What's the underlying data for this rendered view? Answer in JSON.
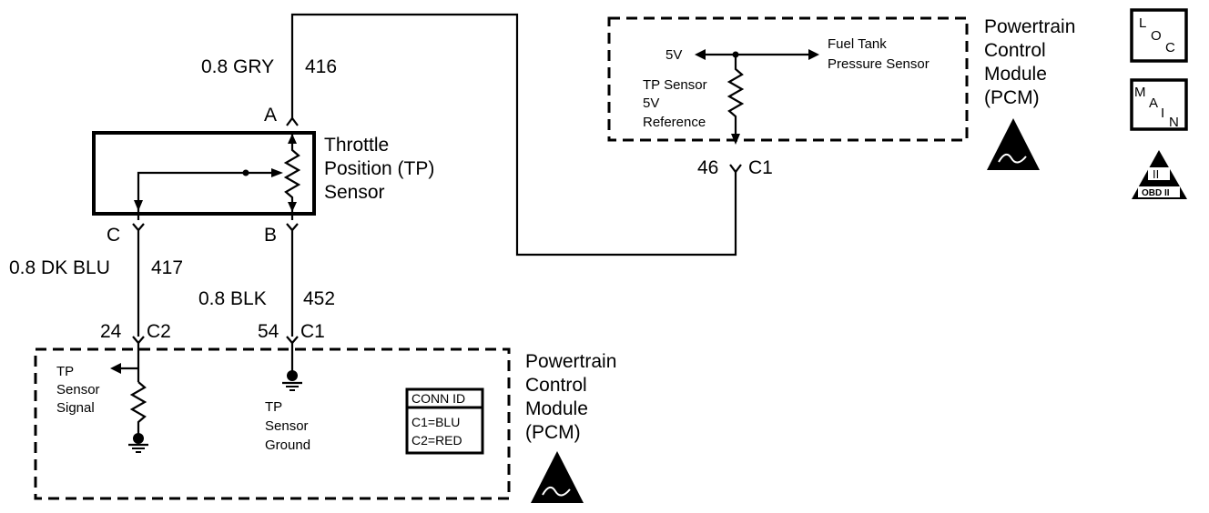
{
  "sensor": {
    "name_line1": "Throttle",
    "name_line2": "Position (TP)",
    "name_line3": "Sensor"
  },
  "wires": {
    "ref": {
      "pin": "A",
      "color": "0.8 GRY",
      "circuit": "416"
    },
    "signal": {
      "pin": "C",
      "color": "0.8 DK BLU",
      "circuit": "417"
    },
    "ground": {
      "pin": "B",
      "color": "0.8 BLK",
      "circuit": "452"
    }
  },
  "pcm_bottom": {
    "title_line1": "Powertrain",
    "title_line2": "Control",
    "title_line3": "Module",
    "title_line4": "(PCM)",
    "signal_pin": "24",
    "signal_conn": "C2",
    "ground_pin": "54",
    "ground_conn": "C1",
    "signal_label_line1": "TP",
    "signal_label_line2": "Sensor",
    "signal_label_line3": "Signal",
    "ground_label_line1": "TP",
    "ground_label_line2": "Sensor",
    "ground_label_line3": "Ground",
    "conn_id": {
      "header": "CONN ID",
      "row1": "C1=BLU",
      "row2": "C2=RED"
    }
  },
  "pcm_top": {
    "title_line1": "Powertrain",
    "title_line2": "Control",
    "title_line3": "Module",
    "title_line4": "(PCM)",
    "voltage": "5V",
    "ref_label_line1": "TP Sensor",
    "ref_label_line2": "5V",
    "ref_label_line3": "Reference",
    "fuel_label_line1": "Fuel Tank",
    "fuel_label_line2": "Pressure Sensor",
    "pin": "46",
    "conn": "C1"
  },
  "icons": {
    "loc": {
      "l": "L",
      "o": "O",
      "c": "C"
    },
    "main": {
      "m": "M",
      "a": "A",
      "i": "I",
      "n": "N"
    },
    "obd": {
      "num": "II",
      "text": "OBD II"
    }
  },
  "colors": {
    "ink": "#000000",
    "paper": "#ffffff"
  }
}
